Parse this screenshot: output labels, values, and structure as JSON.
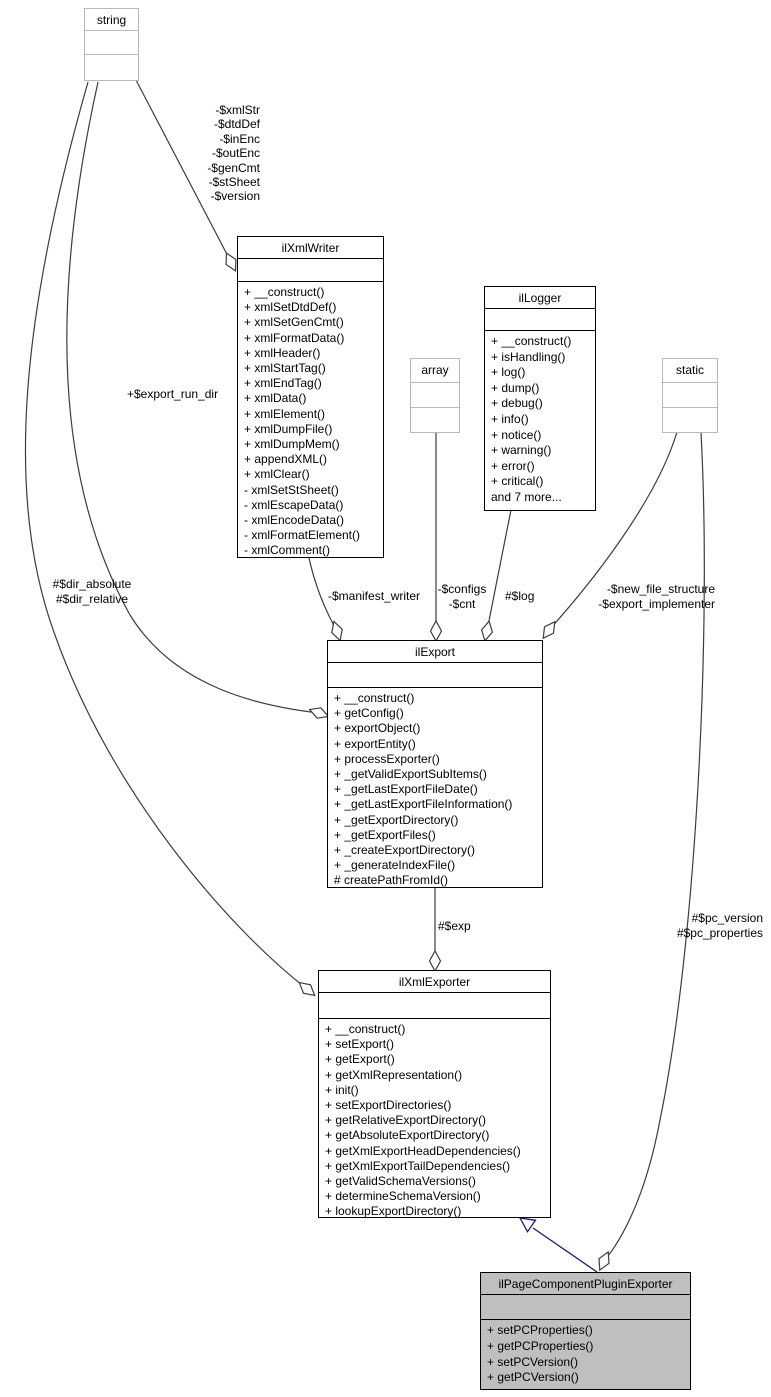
{
  "diagram": {
    "classes": {
      "string": {
        "name": "string",
        "methods": []
      },
      "array": {
        "name": "array",
        "methods": []
      },
      "static": {
        "name": "static",
        "methods": []
      },
      "ilXmlWriter": {
        "name": "ilXmlWriter",
        "methods": [
          "+ __construct()",
          "+ xmlSetDtdDef()",
          "+ xmlSetGenCmt()",
          "+ xmlFormatData()",
          "+ xmlHeader()",
          "+ xmlStartTag()",
          "+ xmlEndTag()",
          "+ xmlData()",
          "+ xmlElement()",
          "+ xmlDumpFile()",
          "+ xmlDumpMem()",
          "+ appendXML()",
          "+ xmlClear()",
          "- xmlSetStSheet()",
          "- xmlEscapeData()",
          "- xmlEncodeData()",
          "- xmlFormatElement()",
          "- xmlComment()"
        ]
      },
      "ilLogger": {
        "name": "ilLogger",
        "methods": [
          "+ __construct()",
          "+ isHandling()",
          "+ log()",
          "+ dump()",
          "+ debug()",
          "+ info()",
          "+ notice()",
          "+ warning()",
          "+ error()",
          "+ critical()",
          "and 7 more..."
        ]
      },
      "ilExport": {
        "name": "ilExport",
        "methods": [
          "+ __construct()",
          "+ getConfig()",
          "+ exportObject()",
          "+ exportEntity()",
          "+ processExporter()",
          "+ _getValidExportSubItems()",
          "+ _getLastExportFileDate()",
          "+ _getLastExportFileInformation()",
          "+ _getExportDirectory()",
          "+ _getExportFiles()",
          "+ _createExportDirectory()",
          "+ _generateIndexFile()",
          "# createPathFromId()"
        ]
      },
      "ilXmlExporter": {
        "name": "ilXmlExporter",
        "methods": [
          "+ __construct()",
          "+ setExport()",
          "+ getExport()",
          "+ getXmlRepresentation()",
          "+ init()",
          "+ setExportDirectories()",
          "+ getRelativeExportDirectory()",
          "+ getAbsoluteExportDirectory()",
          "+ getXmlExportHeadDependencies()",
          "+ getXmlExportTailDependencies()",
          "+ getValidSchemaVersions()",
          "+ determineSchemaVersion()",
          "+ lookupExportDirectory()"
        ]
      },
      "ilPageComponentPluginExporter": {
        "name": "ilPageComponentPluginExporter",
        "methods": [
          "+ setPCProperties()",
          "+ getPCProperties()",
          "+ setPCVersion()",
          "+ getPCVersion()"
        ]
      }
    },
    "edge_labels": {
      "string_to_ilxmlwriter": [
        "-$xmlStr",
        "-$dtdDef",
        "-$inEnc",
        "-$outEnc",
        "-$genCmt",
        "-$stSheet",
        "-$version"
      ],
      "string_to_ilexport": [
        "+$export_run_dir"
      ],
      "string_to_ilxmlexporter": [
        "#$dir_absolute",
        "#$dir_relative"
      ],
      "ilxmlwriter_to_ilexport": [
        "-$manifest_writer"
      ],
      "array_to_ilexport": [
        "-$configs",
        "-$cnt"
      ],
      "illogger_to_ilexport": [
        "#$log"
      ],
      "static_to_ilexport": [
        "-$new_file_structure",
        "-$export_implementer"
      ],
      "ilexport_to_ilxmlexporter": [
        "#$exp"
      ],
      "static_to_ilpcpe": [
        "#$pc_version",
        "#$pc_properties"
      ]
    },
    "colors": {
      "highlight_fill": "#bfbfbf",
      "inheritance_edge": "#191970",
      "aggregation_edge": "#3c3c3c",
      "muted_border": "#b9b9b9"
    }
  }
}
